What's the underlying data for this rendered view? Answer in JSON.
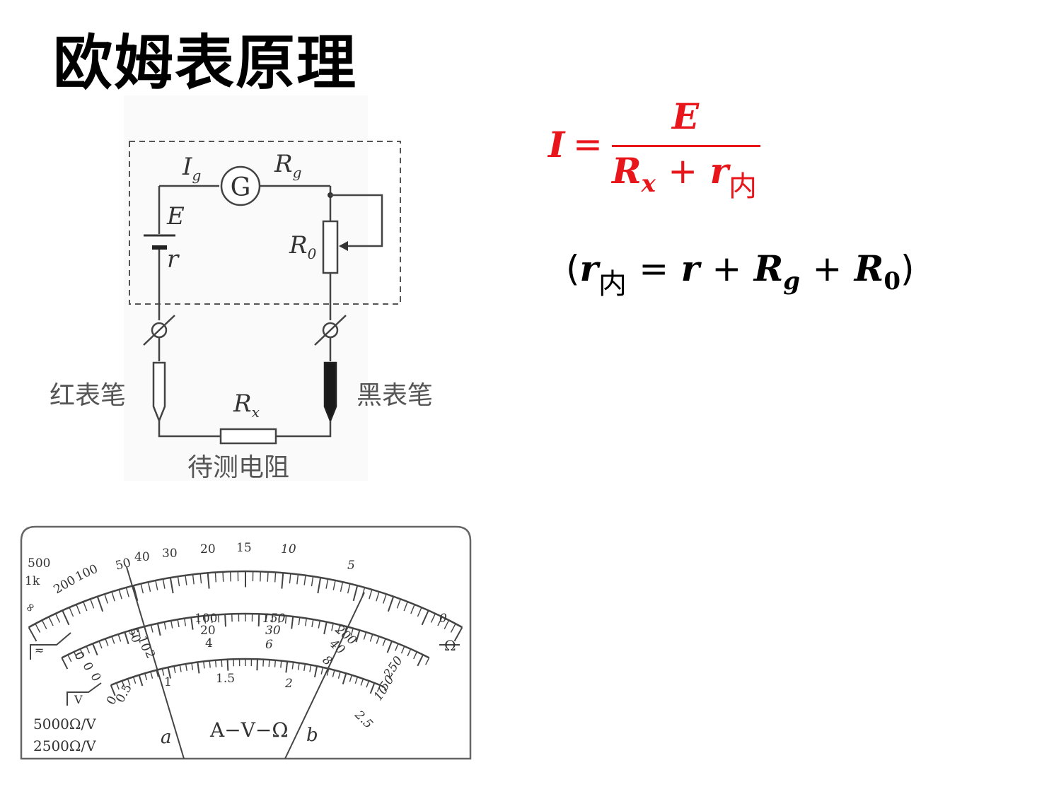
{
  "title": "欧姆表原理",
  "circuit": {
    "Ig": "I",
    "Ig_sub": "g",
    "G": "G",
    "Rg": "R",
    "Rg_sub": "g",
    "E": "E",
    "r": "r",
    "R0": "R",
    "R0_sub": "0",
    "Rx": "R",
    "Rx_sub": "x",
    "red_probe": "红表笔",
    "black_probe": "黑表笔",
    "resistor_label": "待测电阻"
  },
  "formula_main": {
    "lhs": "I",
    "eq": "=",
    "numerator": "E",
    "den_R": "R",
    "den_x": "x",
    "den_plus": "+",
    "den_r": "r",
    "den_nei": "内"
  },
  "formula_rin": {
    "open": "(",
    "r": "r",
    "nei": "内",
    "eq": "=",
    "r2": "r",
    "plus1": "+",
    "R": "R",
    "g": "g",
    "plus2": "+",
    "R2": "R",
    "zero": "0",
    "close": ")"
  },
  "meter": {
    "ohm_ticks": [
      "500",
      "1k",
      "∞",
      "200",
      "100",
      "50",
      "40",
      "30",
      "20",
      "15",
      "10",
      "5",
      "0"
    ],
    "ohm_symbol": "Ω",
    "v_ticks_a": [
      "50",
      "100",
      "150",
      "200",
      "250"
    ],
    "v_ticks_b": [
      "10",
      "20",
      "30",
      "40",
      "50"
    ],
    "v_ticks_c": [
      "2",
      "4",
      "6",
      "8",
      "10"
    ],
    "a_ticks": [
      "0.5",
      "1",
      "1.5",
      "2",
      "2.5"
    ],
    "zeros": [
      "0",
      "0",
      "0",
      "0"
    ],
    "ac_symbol": "≂",
    "v_symbol": "V",
    "sens1": "5000Ω/V",
    "sens2": "2500Ω/V",
    "center": "A−V−Ω",
    "a": "a",
    "b": "b"
  },
  "colors": {
    "formula_red": "#e8151b",
    "line": "#444444"
  }
}
